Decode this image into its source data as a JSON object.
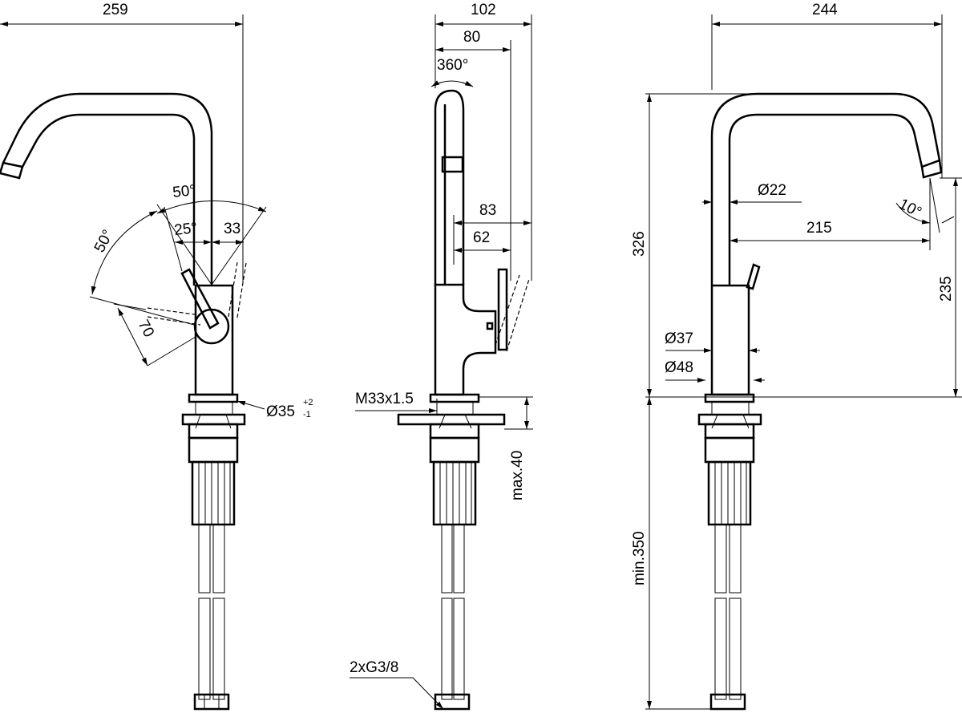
{
  "drawing": {
    "views": [
      "front-view",
      "side-view",
      "right-view"
    ],
    "front": {
      "overall_width": "259",
      "swing_angle_top": "50°",
      "swing_angle_left": "50°",
      "lever_angle": "25°",
      "lever_offset": "33",
      "lever_length": "70",
      "base_diameter": "Ø35",
      "base_tol_plus": "+2",
      "base_tol_minus": "-1"
    },
    "side": {
      "overall_depth": "102",
      "spout_depth": "80",
      "rotation": "360°",
      "dim_83": "83",
      "dim_62": "62",
      "thread": "M33x1.5",
      "max_thickness": "max.40",
      "connections": "2xG3/8"
    },
    "right": {
      "overall_width": "244",
      "total_height": "326",
      "pipe_diameter": "Ø22",
      "outlet_angle": "10°",
      "reach": "215",
      "outlet_height": "235",
      "body_diameter": "Ø37",
      "flange_diameter": "Ø48",
      "hose_length": "min.350"
    }
  }
}
